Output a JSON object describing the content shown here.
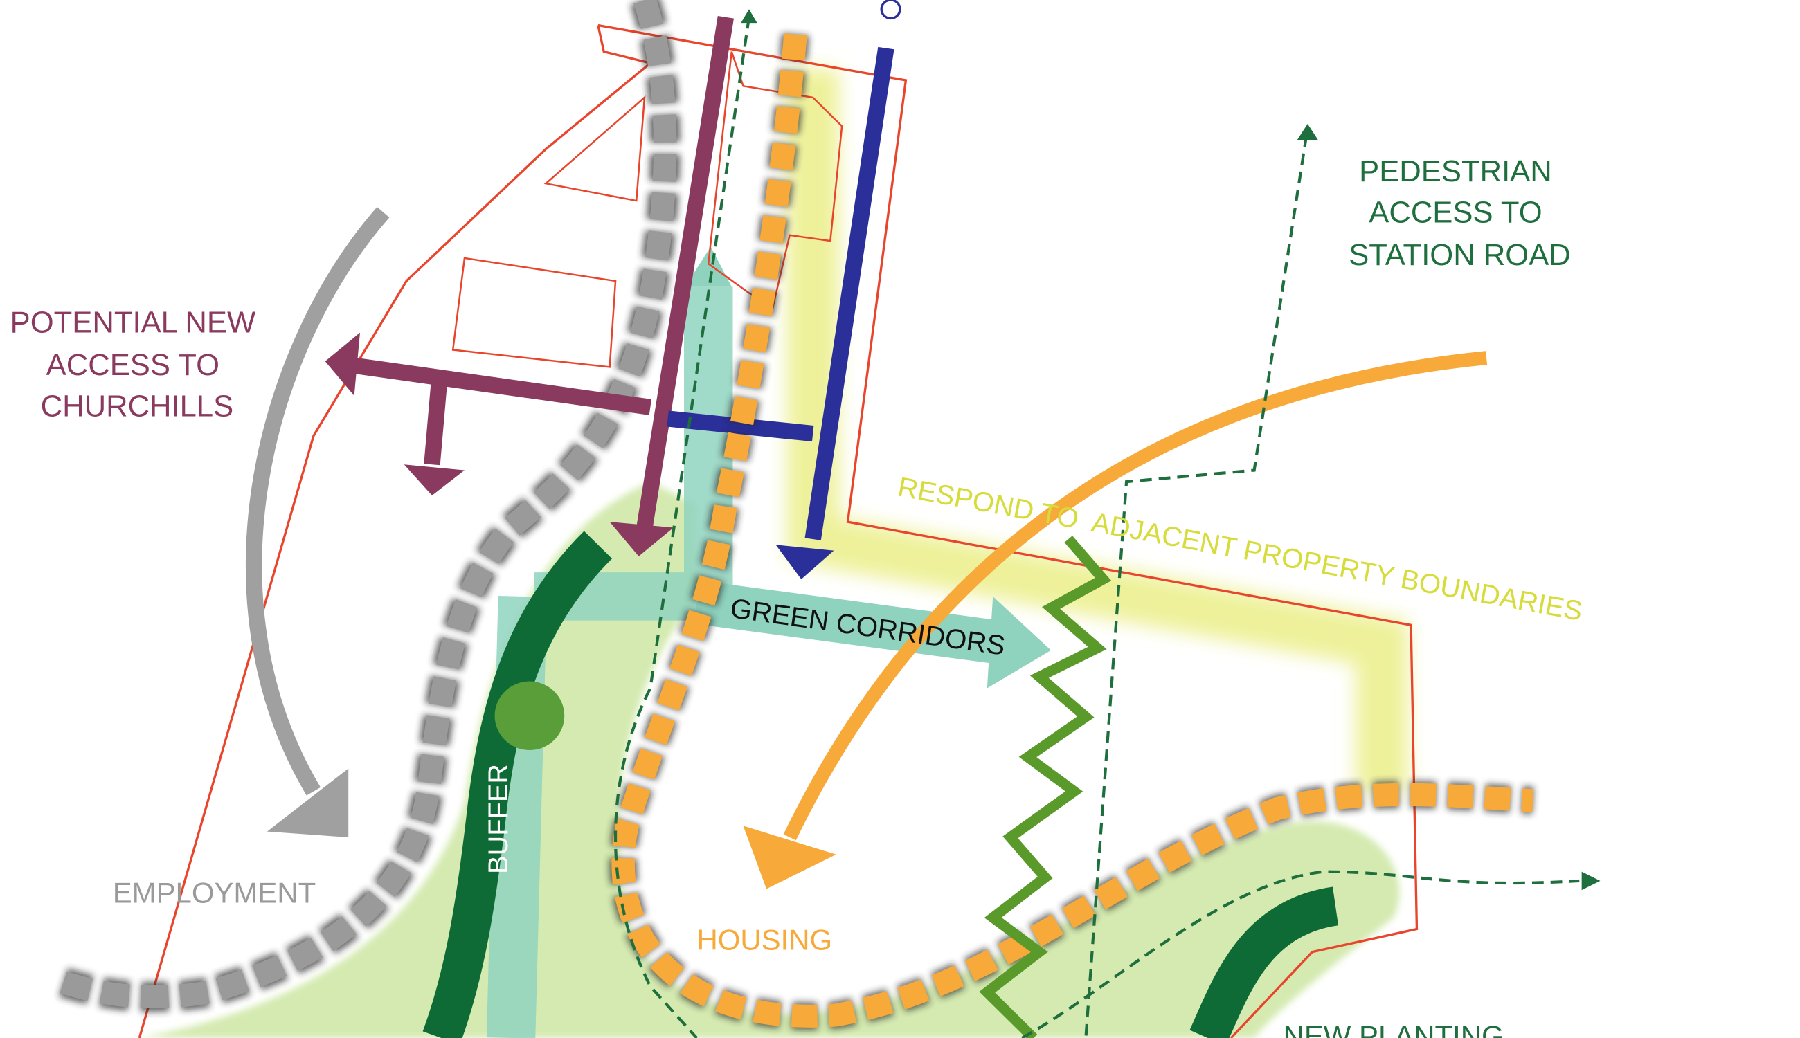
{
  "labels": {
    "churchills": [
      "POTENTIAL NEW",
      "ACCESS TO",
      "CHURCHILLS"
    ],
    "station_road": [
      "PEDESTRIAN",
      "ACCESS TO",
      "STATION ROAD"
    ],
    "respond": "RESPOND TO  ADJACENT PROPERTY BOUNDARIES",
    "green_corridors": "GREEN CORRIDORS",
    "buffer": "BUFFER",
    "employment": "EMPLOYMENT",
    "housing": "HOUSING",
    "new_planting": "NEW PLANTING"
  },
  "colors": {
    "maroon": "#8a3a5e",
    "navy": "#2b2f9a",
    "orange": "#f7a93a",
    "gray": "#9a9a9a",
    "dark_green": "#0f6b36",
    "light_green": "#cfe7a6",
    "teal": "#8fd3bf",
    "yellow": "#eef19a",
    "red": "#e8452c",
    "ped_green": "#1f6e3e",
    "zigzag": "#5a9a2a"
  }
}
